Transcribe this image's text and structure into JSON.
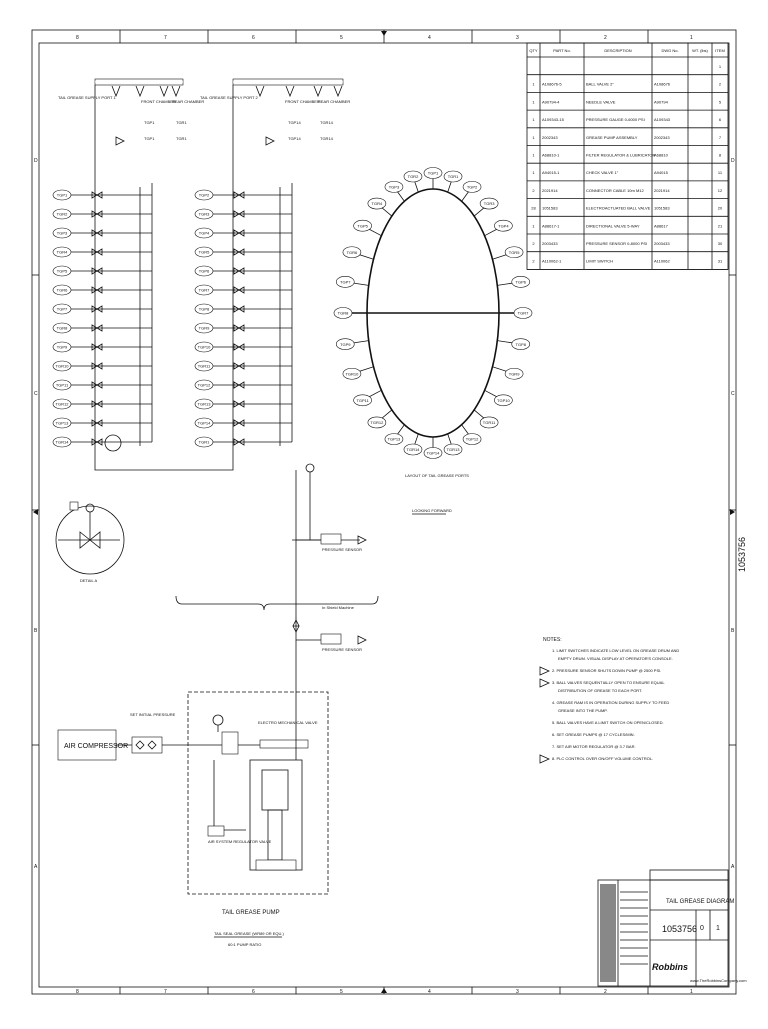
{
  "drawing": {
    "border": {
      "columns": [
        "8",
        "7",
        "6",
        "5",
        "4",
        "3",
        "2",
        "1"
      ],
      "rows": [
        "D",
        "C",
        "B",
        "A"
      ]
    },
    "side_number": "1053756",
    "bom": {
      "headers": [
        "QTY",
        "PART No.",
        "DESCRIPTION",
        "DWG No.",
        "WT. (lbs)",
        "ITEM"
      ],
      "rows": [
        [
          "",
          "",
          "",
          "",
          "",
          "1"
        ],
        [
          "1",
          "A108676-5",
          "BALL VALVE 2\"",
          "A108676",
          "",
          "2"
        ],
        [
          "1",
          "A90794-4",
          "NEEDLE VALVE",
          "A90794",
          "",
          "5"
        ],
        [
          "1",
          "A109343-15",
          "PRESSURE GAUGE 0-6000 PSI",
          "A109343",
          "",
          "6"
        ],
        [
          "1",
          "2002343",
          "GREASE PUMP ASSEMBLY",
          "2002343",
          "",
          "7"
        ],
        [
          "1",
          "A68810-1",
          "FILTER REGULATOR & LUBRICATOR",
          "A68810",
          "",
          "8"
        ],
        [
          "1",
          "A94015-1",
          "CHECK VALVE 1\"",
          "A94015",
          "",
          "11"
        ],
        [
          "2",
          "2021914",
          "CONNECTOR CABLE 10m M12",
          "2021914",
          "",
          "12"
        ],
        [
          "28",
          "1051583",
          "ELECTROACTUATED BALL VALVE",
          "1051583",
          "",
          "20"
        ],
        [
          "1",
          "A88617-1",
          "DIRECTIONAL VALVE 5-WAY",
          "A88617",
          "",
          "21"
        ],
        [
          "2",
          "2003433",
          "PRESSURE SENSOR 0-8000 PSI",
          "2003433",
          "",
          "30"
        ],
        [
          "2",
          "A110062-1",
          "LIMIT SWITCH",
          "A110062",
          "",
          "31"
        ]
      ]
    },
    "manifold": {
      "left_supply": "TAIL GREASE SUPPLY PORT 1",
      "right_supply": "TAIL GREASE SUPPLY PORT 2",
      "front_chamber": "FRONT CHAMBER",
      "rear_chamber": "REAR CHAMBER",
      "ports_left_header": [
        "TGP1",
        "TGR1"
      ],
      "ports_right_header": [
        "TGP14",
        "TGR14"
      ],
      "left_ports": [
        "TGP1",
        "TGR2",
        "TGP3",
        "TGR4",
        "TGP5",
        "TGR6",
        "TGP7",
        "TGR8",
        "TGP9",
        "TGR10",
        "TGP11",
        "TGR12",
        "TGP13",
        "TGR14"
      ],
      "right_ports": [
        "TGP2",
        "TGR3",
        "TGP4",
        "TGR5",
        "TGP6",
        "TGR7",
        "TGP8",
        "TGR9",
        "TGP10",
        "TGR11",
        "TGP12",
        "TGR13",
        "TGP14",
        "TGR1"
      ]
    },
    "ring": {
      "top_port": "TGP1",
      "labels": [
        "TGR1",
        "TGP2",
        "TGR3",
        "TGP4",
        "TGR5",
        "TGP6",
        "TGR7",
        "TGP8",
        "TGR9",
        "TGP10",
        "TGR11",
        "TGP12",
        "TGR13",
        "TGP14",
        "TGR14",
        "TGP13",
        "TGR12",
        "TGP11",
        "TGR10",
        "TGP9",
        "TGR8",
        "TGP7",
        "TGR6",
        "TGP5",
        "TGR4",
        "TGP3",
        "TGR2"
      ],
      "caption": "LAYOUT OF TAIL GREASE PORTS",
      "view": "LOOKING FORWARD"
    },
    "labels": {
      "pressure_sensor": "PRESSURE SENSOR",
      "in_shield": "In Shield Machine",
      "detail": "DETAIL A",
      "air_compressor": "AIR COMPRESSOR",
      "pump_title": "TAIL GREASE PUMP",
      "pump_sub1": "TAIL SEAL GREASE (WR89 OR EQU.)",
      "pump_sub2": "60:1 PUMP RATIO",
      "air_regulator": "AIR SYSTEM REGULATOR VALVE",
      "electric_valve": "ELECTRO MECHANICAL VALVE",
      "air_supply": "SET INITIAL PRESSURE"
    },
    "notes": {
      "heading": "NOTES:",
      "items": [
        "1. LIMIT SWITCHES INDICATE LOW LEVEL ON GREASE DRUM AND EMPTY DRUM. VISUAL DISPLAY AT OPERATOR'S CONSOLE.",
        "2. PRESSURE SENSOR SHUTS DOWN PUMP @ 2500 PSI.",
        "3. BALL VALVES SEQUENTIALLY OPEN TO ENSURE EQUAL DISTRIBUTION OF GREASE TO EACH PORT.",
        "4. GREASE RAM IS IN OPERATION DURING SUPPLY TO FEED GREASE INTO THE PUMP.",
        "5. BALL VALVES HAVE A LIMIT SWITCH ON OPEN/CLOSED.",
        "6. SET GREASE PUMPS @ 17 CYCLES/MIN.",
        "7. SET AIR MOTOR REGULATOR @ 3.7 BAR.",
        "8. PLC CONTROL OVER ON/OFF VOLUME CONTROL."
      ]
    },
    "title_block": {
      "title": "TAIL GREASE DIAGRAM",
      "dwg_no": "1053756",
      "rev": "0",
      "sheet": "1",
      "brand": "Robbins",
      "website": "www.TheRobbinsCompany.com"
    }
  }
}
